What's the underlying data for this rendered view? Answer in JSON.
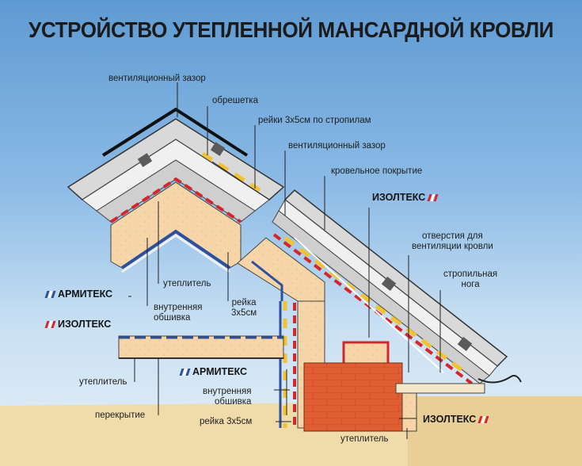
{
  "title": "УСТРОЙСТВО УТЕПЛЕННОЙ МАНСАРДНОЙ КРОВЛИ",
  "labels": {
    "vent_gap_top": "вентиляционный зазор",
    "lathing": "обрешетка",
    "battens_rafters": "рейки 3x5см по стропилам",
    "vent_gap_mid": "вентиляционный зазор",
    "roof_covering": "кровельное покрытие",
    "vent_holes_1": "отверстия для",
    "vent_holes_2": "вентиляции кровли",
    "rafter_1": "стропильная",
    "rafter_2": "нога",
    "insulation_attic": "утеплитель",
    "inner_lining_1": "внутренняя",
    "inner_lining_2": "обшивка",
    "batten_mid_1": "рейка",
    "batten_mid_2": "3x5см",
    "insulation_floor": "утеплитель",
    "floor_slab": "перекрытие",
    "inner_lining_low_1": "внутренняя",
    "inner_lining_low_2": "обшивка",
    "batten_low": "рейка 3x5см",
    "insulation_bottom": "утеплитель"
  },
  "brands": {
    "izoltex_top": "ИЗОЛТЕКС",
    "armitex_left": "АРМИТЕКС",
    "izoltex_left": "ИЗОЛТЕКС",
    "armitex_mid": "АРМИТЕКС",
    "izoltex_bottom": "ИЗОЛТЕКС"
  },
  "colors": {
    "insulation": "#f6d6a8",
    "brick": "#d9542b",
    "izoltex_red": "#d7262b",
    "armitex_blue": "#2d4f9c",
    "roof_grey": "#d9d9d9",
    "sky": "#7eb2e0",
    "ground": "#efdcaa"
  },
  "icons": {
    "izoltex": "izoltex-brand-mark",
    "armitex": "armitex-brand-mark"
  }
}
